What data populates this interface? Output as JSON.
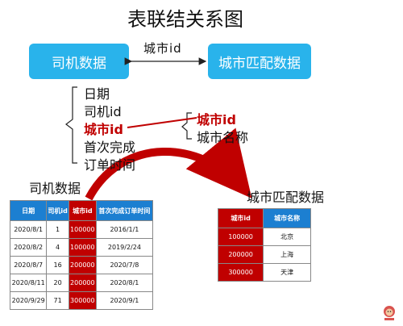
{
  "title": "表联结关系图",
  "boxes": {
    "left": "司机数据",
    "right": "城市匹配数据"
  },
  "connector_label": "城市id",
  "driver_fields": [
    "日期",
    "司机id",
    "城市id",
    "首次完成",
    "订单时间"
  ],
  "city_fields": [
    "城市id",
    "城市名称"
  ],
  "driver_table": {
    "caption": "司机数据",
    "headers": [
      "日期",
      "司机id",
      "城市id",
      "首次完成订单时间"
    ],
    "rows": [
      [
        "2020/8/1",
        "1",
        "100000",
        "2016/1/1"
      ],
      [
        "2020/8/2",
        "4",
        "100000",
        "2019/2/24"
      ],
      [
        "2020/8/7",
        "16",
        "200000",
        "2020/7/8"
      ],
      [
        "2020/8/11",
        "20",
        "200000",
        "2020/8/1"
      ],
      [
        "2020/9/29",
        "71",
        "300000",
        "2020/9/1"
      ]
    ]
  },
  "city_table": {
    "caption": "城市匹配数据",
    "headers": [
      "城市id",
      "城市名称"
    ],
    "rows": [
      [
        "100000",
        "北京"
      ],
      [
        "200000",
        "上海"
      ],
      [
        "300000",
        "天津"
      ]
    ]
  },
  "colors": {
    "box": "#29B3EB",
    "header": "#1C7FD1",
    "highlight": "#C00000"
  }
}
